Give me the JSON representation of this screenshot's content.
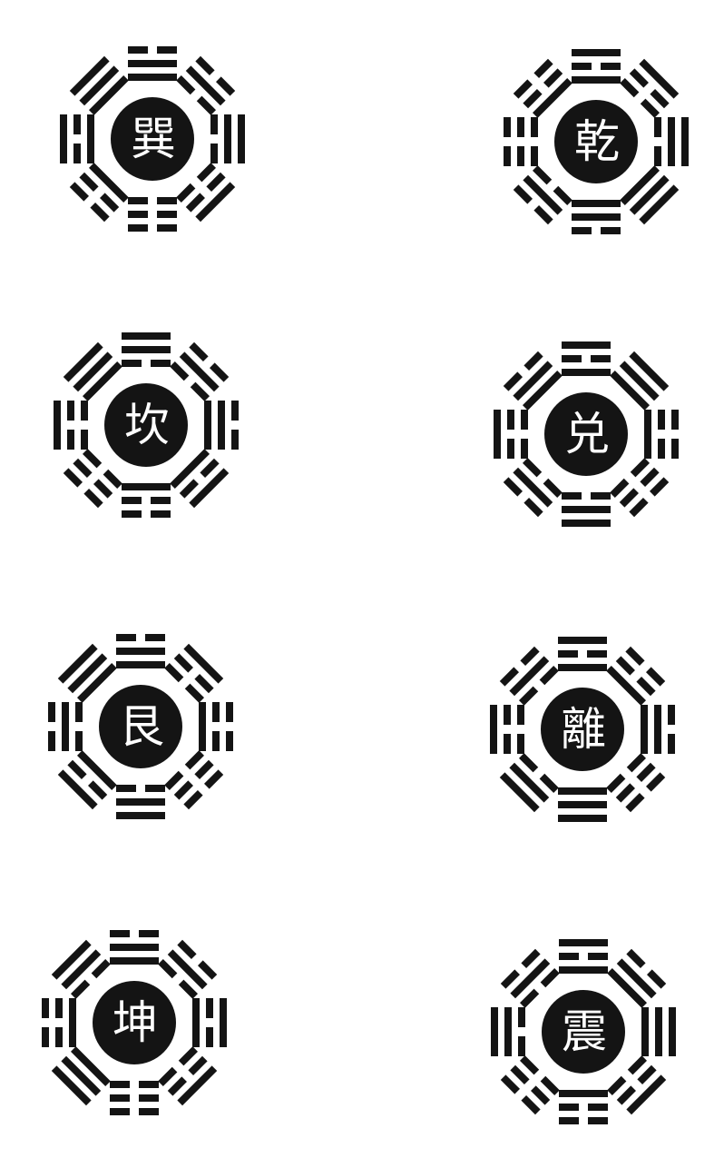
{
  "colors": {
    "ink": "#141414",
    "paper": "#ffffff"
  },
  "diagrams": [
    {
      "center": "巽",
      "trigrams": [
        "110",
        "010",
        "011",
        "001",
        "000",
        "100",
        "101",
        "111"
      ]
    },
    {
      "center": "乾",
      "trigrams": [
        "101",
        "001",
        "011",
        "111",
        "110",
        "010",
        "000",
        "100"
      ]
    },
    {
      "center": "坎",
      "trigrams": [
        "011",
        "010",
        "110",
        "101",
        "100",
        "000",
        "001",
        "111"
      ]
    },
    {
      "center": "兑",
      "trigrams": [
        "101",
        "111",
        "100",
        "000",
        "011",
        "010",
        "001",
        "110"
      ]
    },
    {
      "center": "艮",
      "trigrams": [
        "110",
        "001",
        "100",
        "000",
        "011",
        "101",
        "010",
        "111"
      ]
    },
    {
      "center": "離",
      "trigrams": [
        "101",
        "100",
        "110",
        "000",
        "111",
        "011",
        "001",
        "010"
      ]
    },
    {
      "center": "坤",
      "trigrams": [
        "110",
        "010",
        "101",
        "001",
        "000",
        "111",
        "100",
        "011"
      ]
    },
    {
      "center": "震",
      "trigrams": [
        "101",
        "110",
        "111",
        "001",
        "100",
        "000",
        "011",
        "010"
      ]
    }
  ]
}
